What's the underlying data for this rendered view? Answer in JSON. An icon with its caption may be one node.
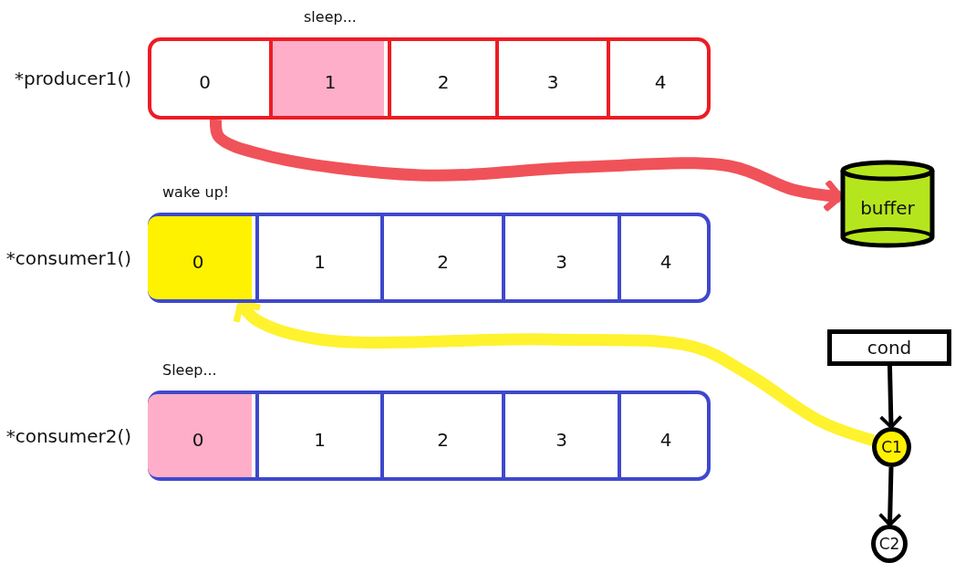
{
  "diagram": {
    "nodes": [
      {
        "text": [],
        "shape": "box",
        "beside": [
          "*producer1()"
        ]
      },
      {
        "text": [
          "0"
        ],
        "in": 0
      },
      {
        "text": [
          "1"
        ],
        "in": 0,
        "beside": [
          "sleep..."
        ]
      },
      {
        "text": [
          "2"
        ],
        "in": 0
      },
      {
        "text": [
          "3"
        ],
        "in": 0
      },
      {
        "text": [
          "4"
        ],
        "in": 0
      },
      {
        "text": [
          "buffer"
        ]
      },
      {
        "text": [],
        "shape": "box",
        "beside": [
          "*consumer1()"
        ]
      },
      {
        "text": [
          "0"
        ],
        "in": 7,
        "beside": [
          "wake up!"
        ]
      },
      {
        "text": [
          "1"
        ],
        "in": 7
      },
      {
        "text": [
          "2"
        ],
        "in": 7
      },
      {
        "text": [
          "3"
        ],
        "in": 7
      },
      {
        "text": [
          "4"
        ],
        "in": 7
      },
      {
        "text": [],
        "shape": "box",
        "beside": [
          "*consumer2()"
        ]
      },
      {
        "text": [
          "0"
        ],
        "in": 13,
        "beside": [
          "Sleep..."
        ]
      },
      {
        "text": [
          "1"
        ],
        "in": 13
      },
      {
        "text": [
          "2"
        ],
        "in": 13
      },
      {
        "text": [
          "3"
        ],
        "in": 13
      },
      {
        "text": [
          "4"
        ],
        "in": 13
      },
      {
        "text": [
          "cond"
        ]
      },
      {
        "text": [
          "C1"
        ]
      },
      {
        "text": [
          "C2"
        ]
      }
    ],
    "edges": [
      {
        "from": 1,
        "to": 6,
        "arrow": "to",
        "style": "thick",
        "color": "#f05259"
      },
      {
        "from": 20,
        "to": 8,
        "arrow": "to",
        "style": "thick",
        "color": "#fff22e"
      },
      {
        "from": 19,
        "to": 20,
        "arrow": "to"
      },
      {
        "from": 20,
        "to": 21,
        "arrow": "to"
      }
    ]
  }
}
